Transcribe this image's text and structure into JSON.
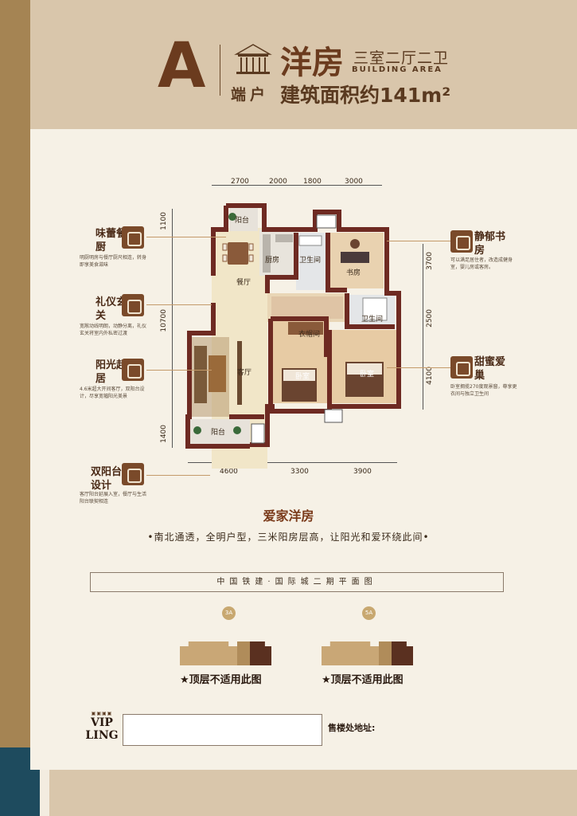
{
  "header": {
    "letter": "A",
    "title": "洋房",
    "rooms": "三室二厅二卫",
    "title_en": "BUILDING AREA",
    "unit_type": "端户",
    "area": "建筑面积约141m²"
  },
  "dimensions": {
    "top": [
      "2700",
      "2000",
      "1800",
      "3000"
    ],
    "bottom": [
      "4600",
      "3300",
      "3900"
    ],
    "left": [
      "1100",
      "10700",
      "1400"
    ],
    "right": [
      "3700",
      "2500",
      "4100"
    ]
  },
  "rooms": {
    "balcony_north": "阳台",
    "kitchen": "厨房",
    "bath1": "卫生间",
    "study": "书房",
    "dining": "餐厅",
    "bath2": "卫生间",
    "closet": "衣帽间",
    "living": "客厅",
    "bedroom1": "卧室",
    "bedroom2": "卧室",
    "balcony_south": "阳台"
  },
  "features": {
    "dining": {
      "title": "味蕾餐厨",
      "desc": "明厨明房与餐厅厨尺相连，转身即享美食滋味"
    },
    "foyer": {
      "title": "礼仪玄关",
      "desc": "宽敞动线明朗，动静分离，礼仪玄关将室内外私密过渡"
    },
    "living": {
      "title": "阳光起居",
      "desc": "4.6米超大开间客厅，双阳台设计，尽享宽幅阳光美景"
    },
    "balcony": {
      "title": "双阳台设计",
      "desc": "客厅阳台延展入室，餐厅与生活阳台联契相连"
    },
    "study": {
      "title": "静郁书房",
      "desc": "可以满足居住者，改造成健身室，婴儿房或客房。"
    },
    "bedroom": {
      "title": "甜蜜爱巢",
      "desc": "卧室拥揽270度观景窗，尊享更衣间与独立卫生间"
    }
  },
  "slogan": {
    "title": "爱家洋房",
    "text": "•南北通透，全明户型，三米阳房层高，让阳光和爱环绕此间•"
  },
  "project": "中国铁建·国际城二期平面图",
  "buildings": [
    {
      "tag": "3A",
      "note": "★顶层不适用此图"
    },
    {
      "tag": "5A",
      "note": "★顶层不适用此图"
    }
  ],
  "footer": {
    "vip_top": "VIP",
    "vip_bottom": "LING",
    "address_label": "售楼处地址:"
  },
  "colors": {
    "brand_brown": "#6b3b1e",
    "band": "#d9c6ab",
    "sidebar": "#a58453",
    "wall": "#6e2a22"
  }
}
